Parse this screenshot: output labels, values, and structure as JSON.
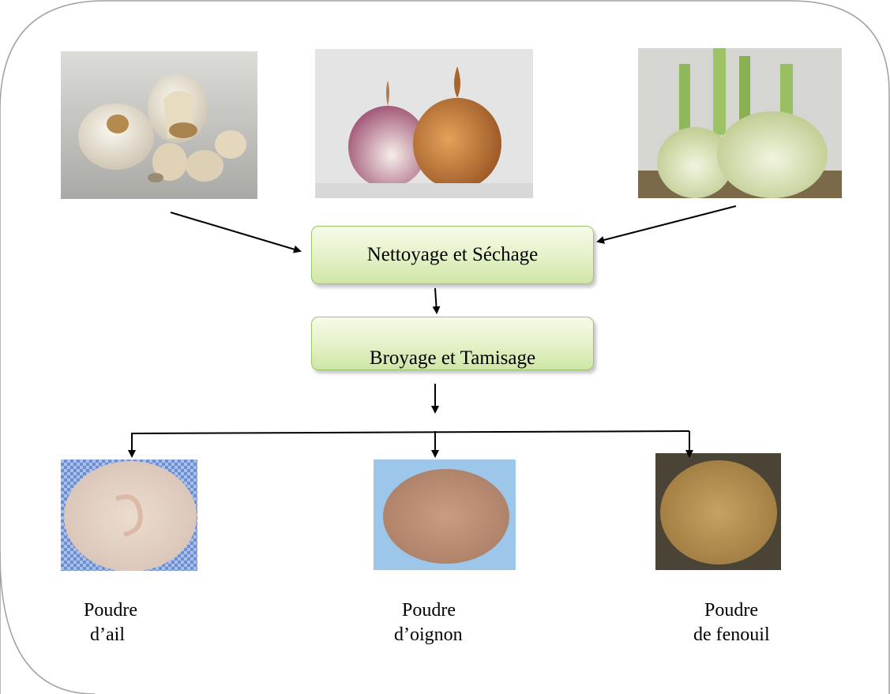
{
  "steps": {
    "cleaning": "Nettoyage et Séchage",
    "grinding": "Broyage et Tamisage"
  },
  "captions": {
    "garlic": {
      "line1": "Poudre",
      "line2": "d’ail"
    },
    "onion": {
      "line1": "Poudre",
      "line2": "d’oignon"
    },
    "fennel": {
      "line1": "Poudre",
      "line2": "de fenouil"
    }
  },
  "colors": {
    "step_fill": "#e3f1c6",
    "step_border": "#9cc46a",
    "frame": "#a0a0a0",
    "arrows": "#000000"
  },
  "images": [
    "garlic-photo",
    "onion-photo",
    "fennel-photo",
    "garlic-powder-photo",
    "onion-powder-photo",
    "fennel-powder-photo"
  ]
}
